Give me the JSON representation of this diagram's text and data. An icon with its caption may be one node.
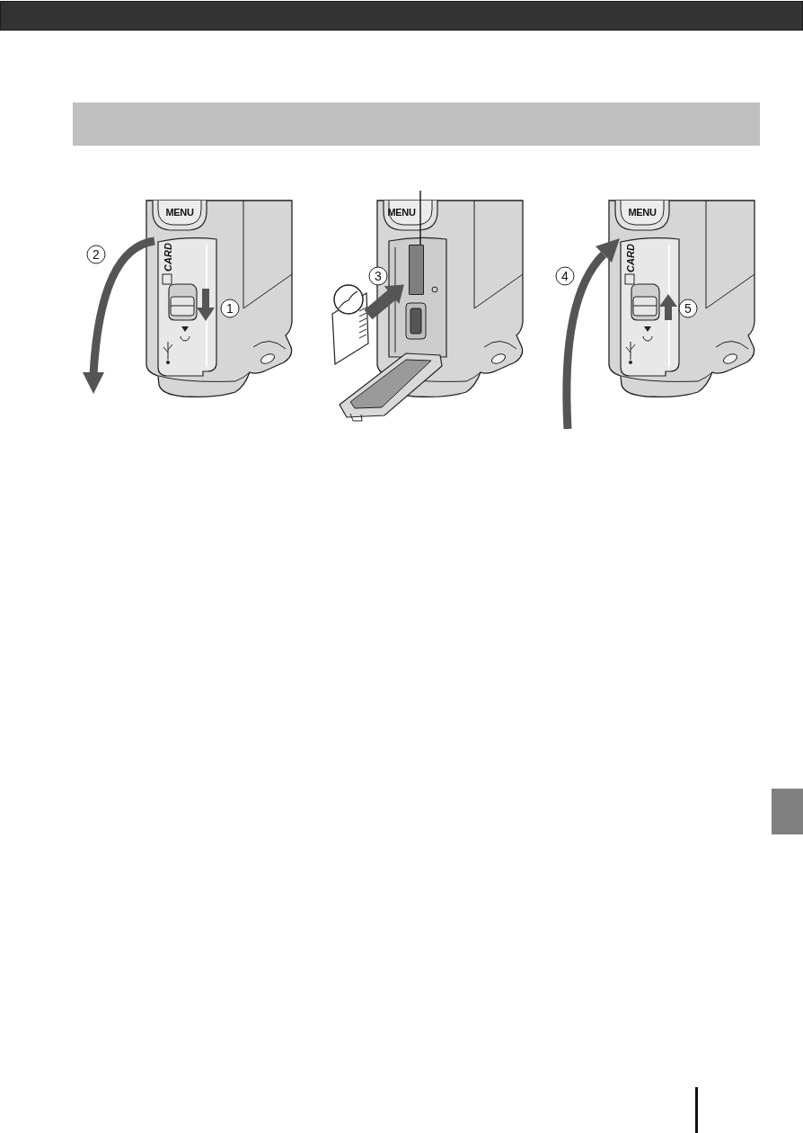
{
  "diagram": {
    "nodes": [
      {
        "text": [],
        "shape": "bar"
      },
      {
        "text": [],
        "shape": "box"
      }
    ],
    "edges": [
      {
        "from": null,
        "to": 1,
        "arrow": "none"
      }
    ],
    "labels": [
      "MENU",
      "2",
      "CARD",
      "1",
      "MENU",
      "3",
      "MENU",
      "4",
      "CARD",
      "5"
    ]
  }
}
